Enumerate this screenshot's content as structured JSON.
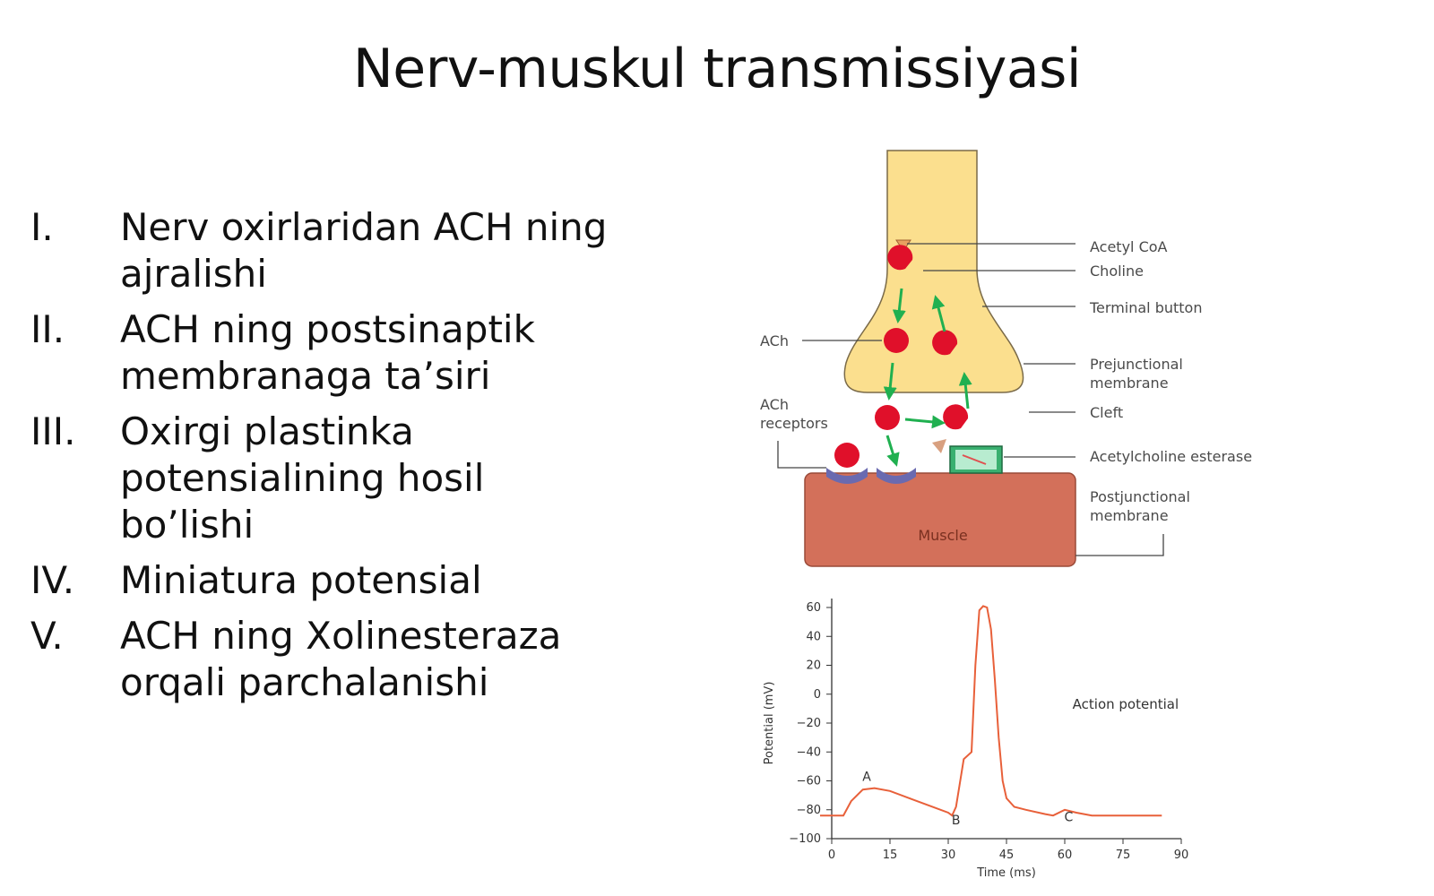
{
  "slide": {
    "title": "Nerv-muskul transmissiyasi"
  },
  "list": {
    "items": [
      {
        "numeral": "I.",
        "text": "Nerv oxirlaridan ACH ning ajralishi"
      },
      {
        "numeral": "II.",
        "text": "ACH ning postsinaptik membranaga ta’siri"
      },
      {
        "numeral": "III.",
        "text": "Oxirgi plastinka potensialining hosil bo’lishi"
      },
      {
        "numeral": "IV.",
        "text": "Miniatura potensial"
      },
      {
        "numeral": "V.",
        "text": "ACH ning Xolinesteraza orqali parchalanishi"
      }
    ]
  },
  "synapse": {
    "labels": {
      "acetyl_coa": "Acetyl CoA",
      "choline": "Choline",
      "terminal_button": "Terminal button",
      "ach": "ACh",
      "prejunctional_1": "Prejunctional",
      "prejunctional_2": "membrane",
      "ach_receptors_1": "ACh",
      "ach_receptors_2": "receptors",
      "cleft": "Cleft",
      "esterase": "Acetylcholine esterase",
      "postjunctional_1": "Postjunctional",
      "postjunctional_2": "membrane",
      "muscle": "Muscle"
    },
    "colors": {
      "terminal": "#fbdf8e",
      "muscle": "#d3705a",
      "ach": "#e0102a",
      "arrow": "#20b050",
      "receptor": "#6a6ab0",
      "esterase": "#3ab070"
    }
  },
  "chart_data": {
    "type": "line",
    "xlabel": "Time (ms)",
    "ylabel": "Potential (mV)",
    "xlim": [
      0,
      90
    ],
    "ylim": [
      -100,
      60
    ],
    "x_ticks": [
      0,
      15,
      30,
      45,
      60,
      75,
      90
    ],
    "y_ticks": [
      60,
      40,
      20,
      0,
      -20,
      -40,
      -60,
      -80,
      -100
    ],
    "annotations": [
      {
        "text": "A",
        "x": 9,
        "y": -60
      },
      {
        "text": "B",
        "x": 32,
        "y": -90
      },
      {
        "text": "C",
        "x": 61,
        "y": -88
      },
      {
        "text": "Action potential",
        "x": 62,
        "y": -10
      }
    ],
    "series": [
      {
        "color": "#e8603a",
        "x": [
          -3,
          3,
          5,
          8,
          11,
          15,
          20,
          25,
          30,
          31,
          32,
          34,
          36,
          37,
          38,
          39,
          40,
          41,
          42,
          43,
          44,
          45,
          47,
          50,
          55,
          57,
          60,
          63,
          67,
          72,
          80,
          85
        ],
        "y": [
          -84,
          -84,
          -74,
          -66,
          -65,
          -67,
          -72,
          -77,
          -82,
          -84,
          -78,
          -45,
          -40,
          20,
          58,
          61,
          60,
          45,
          10,
          -30,
          -60,
          -72,
          -78,
          -80,
          -83,
          -84,
          -80,
          -82,
          -84,
          -84,
          -84,
          -84
        ]
      }
    ]
  }
}
